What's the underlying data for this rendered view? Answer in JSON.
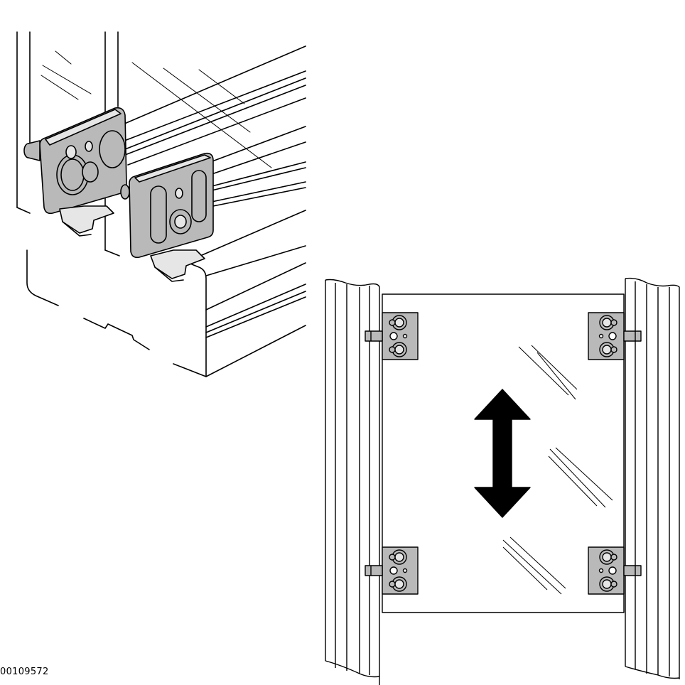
{
  "figure": {
    "code": "00109572"
  },
  "colors": {
    "line": "#000000",
    "fill_gray": "#b9b9b9",
    "fill_light": "#e6e6e6",
    "background": "#ffffff"
  },
  "icons": {
    "motion": "double-arrow-vertical",
    "part": "mounting-bracket"
  }
}
